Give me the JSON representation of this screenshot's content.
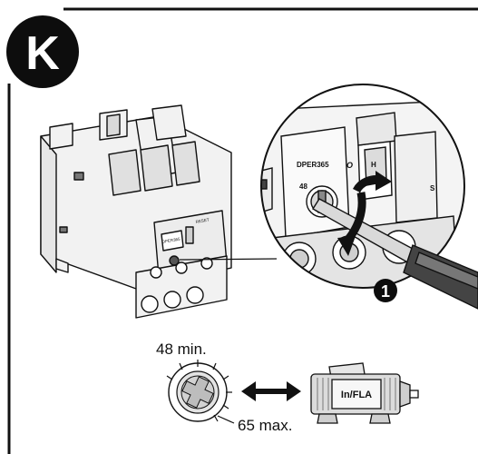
{
  "step": {
    "letter": "K",
    "callout_number": "1"
  },
  "relay": {
    "model": "DPER365",
    "dial_value": "48",
    "switch_label_o": "O",
    "switch_label_h": "H",
    "side_label_s": "S",
    "small_label_left": "DPER365",
    "small_label_right": "RESET"
  },
  "dial": {
    "min_label": "48 min.",
    "max_label": "65 max."
  },
  "motor": {
    "label": "In/FLA"
  },
  "colors": {
    "ink": "#111111",
    "panel": "#f2f2f2",
    "dark": "#1a1a1a",
    "grey": "#bdbdbd"
  }
}
